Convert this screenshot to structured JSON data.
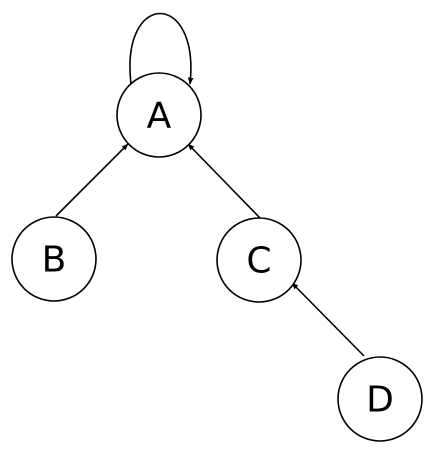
{
  "graph": {
    "nodes": [
      {
        "id": "A",
        "label": "A"
      },
      {
        "id": "B",
        "label": "B"
      },
      {
        "id": "C",
        "label": "C"
      },
      {
        "id": "D",
        "label": "D"
      }
    ],
    "edges": [
      {
        "from": "A",
        "to": "A"
      },
      {
        "from": "B",
        "to": "A"
      },
      {
        "from": "C",
        "to": "A"
      },
      {
        "from": "D",
        "to": "C"
      }
    ]
  }
}
